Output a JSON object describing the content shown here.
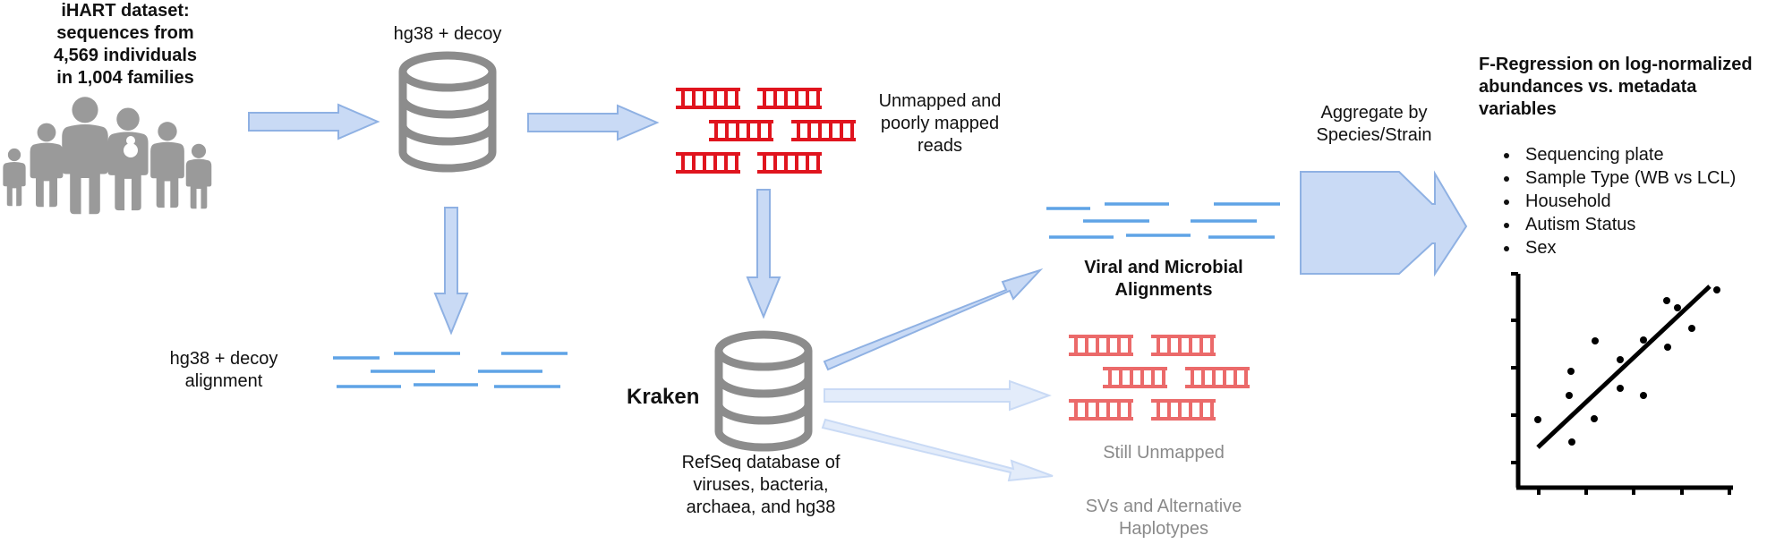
{
  "dataset": {
    "title_line1": "iHART dataset:",
    "title_line2": "sequences from",
    "title_line3": "4,569 individuals",
    "title_line4": "in 1,004 families"
  },
  "reference_top": "hg38 + decoy",
  "unmapped": {
    "line1": "Unmapped and",
    "line2": "poorly mapped",
    "line3": "reads"
  },
  "alignment": {
    "line1": "hg38 + decoy",
    "line2": "alignment"
  },
  "kraken": {
    "name": "Kraken",
    "desc_line1": "RefSeq database of",
    "desc_line2": "viruses, bacteria,",
    "desc_line3": "archaea, and hg38"
  },
  "outputs": {
    "viral_line1": "Viral and Microbial",
    "viral_line2": "Alignments",
    "still_unmapped": "Still Unmapped",
    "svs_line1": "SVs and Alternative",
    "svs_line2": "Haplotypes"
  },
  "aggregate": {
    "line1": "Aggregate by",
    "line2": "Species/Strain"
  },
  "regression": {
    "title_line1": "F-Regression on log-normalized",
    "title_line2": "abundances vs. metadata",
    "title_line3": "variables",
    "variables": [
      "Sequencing plate",
      "Sample Type (WB vs LCL)",
      "Household",
      "Autism Status",
      "Sex"
    ]
  },
  "colors": {
    "arrow_fill": "#c9daf5",
    "arrow_stroke": "#8fb1e3",
    "read_blue": "#5fa3e6",
    "read_red": "#e0141e",
    "read_red_faded": "#eb6a6a",
    "db_grey": "#8c8c8c",
    "people_grey": "#9a9a9a"
  },
  "icons": [
    "family-icon",
    "database-icon",
    "scatter-plot-icon"
  ]
}
